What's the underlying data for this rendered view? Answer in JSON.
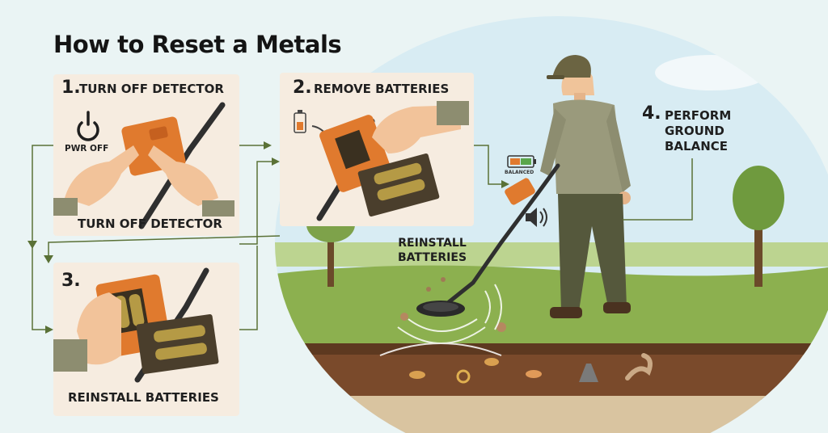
{
  "title": "How to Reset a Metals",
  "steps": [
    {
      "number": "1.",
      "label": "TURN OFF DETECTOR",
      "caption": "TURN OFF DETECTOR",
      "button_label": "PWR OFF"
    },
    {
      "number": "2.",
      "label": "REMOVE BATTERIES"
    },
    {
      "number": "3.",
      "caption": "REINSTALL BATTERIES"
    },
    {
      "number": "4.",
      "label_line1": "PERFORM",
      "label_line2": "GROUND",
      "label_line3": "BALANCE"
    }
  ],
  "scene": {
    "reinstall_line1": "REINSTALL",
    "reinstall_line2": "BATTERIES",
    "battery_status": "BALANCED"
  },
  "colors": {
    "panel": "#f6ece0",
    "detector": "#e07a2e",
    "battery": "#b59a45",
    "grass": "#8cb04f",
    "soil": "#7a4a2b",
    "sky": "#d8ecf3",
    "connector": "#5a7136"
  },
  "icons": [
    "power-icon",
    "battery-icon",
    "speaker-icon",
    "coin-icon",
    "ring-icon",
    "tree-icon"
  ]
}
